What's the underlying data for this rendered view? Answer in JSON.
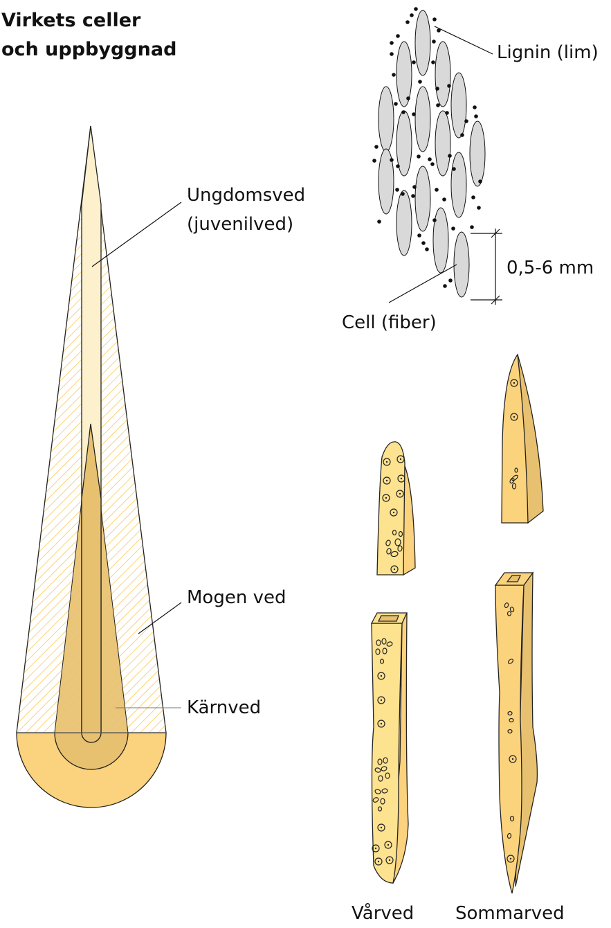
{
  "title": {
    "line1": "Virkets celler",
    "line2": "och uppbyggnad"
  },
  "tree_labels": {
    "juvenile": "Ungdomsved",
    "juvenile_alt": "(juvenilved)",
    "mature": "Mogen ved",
    "heartwood": "Kärnved"
  },
  "cell_labels": {
    "lignin": "Lignin (lim)",
    "cell": "Cell (fiber)",
    "length": "0,5-6 mm"
  },
  "fiber_labels": {
    "earlywood": "Vårved",
    "latewood": "Sommarved"
  },
  "colors": {
    "juvenile": "#fdf0cc",
    "heartwood": "#e8c170",
    "sapwood_base": "#fbd27d",
    "hatch": "#f9d27a",
    "cell": "#d9d9d9"
  }
}
